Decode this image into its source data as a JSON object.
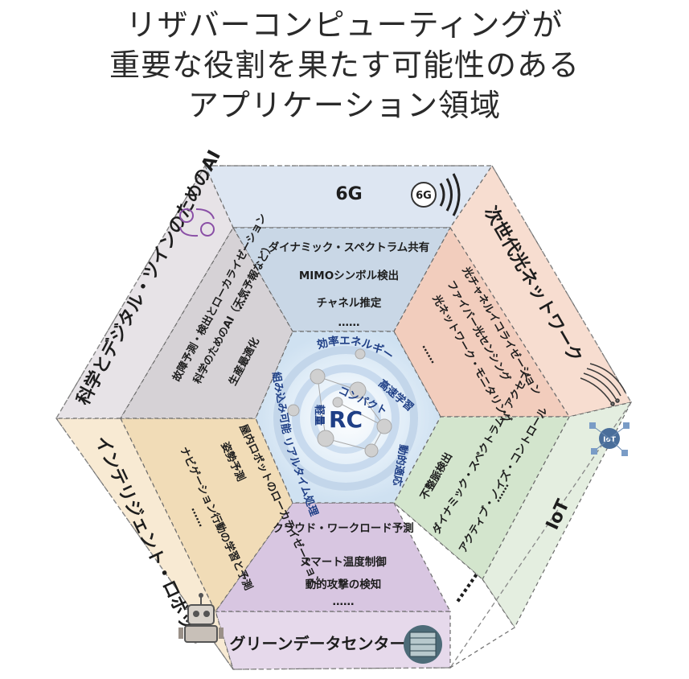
{
  "title": {
    "line1": "リザバーコンピューティングが",
    "line2": "重要な役割を果たす可能性のある",
    "line3": "アプリケーション領域"
  },
  "center": {
    "label": "RC",
    "features": [
      "効率エネルギー",
      "高速学習",
      "コンパクト",
      "動的適応",
      "リアルタイム処理",
      "軽量",
      "組み込み可能"
    ]
  },
  "sectors": {
    "sixg": {
      "title": "6G",
      "icon_text": "6G",
      "items": [
        "ダイナミック・スペクトラム共有",
        "MIMOシンボル検出",
        "チャネル推定",
        "……"
      ]
    },
    "optical": {
      "title": "次世代光ネットワーク",
      "items": [
        "光チャネルイコライゼーション",
        "ファイバー光センシング",
        "光ネットワーク・モニタリング",
        "……"
      ]
    },
    "iot": {
      "title": "IoT",
      "icon_text": "IoT",
      "items": [
        "不整脈検出",
        "ダイナミック・スペクトラム・アクセス",
        "アクティブ・ノイズ・コントロール",
        "……"
      ]
    },
    "other": {
      "title": "……"
    },
    "green": {
      "title": "グリーンデータセンター",
      "items": [
        "クラウド・ワークロード予測",
        "スマート温度制御",
        "動的攻撃の検知",
        "……"
      ]
    },
    "robot": {
      "title": "インテリジェント・ロボット",
      "items": [
        "屋内ロボットのローカライゼーション",
        "姿勢予測",
        "ナビゲーション行動の学習と予測",
        "……"
      ]
    },
    "digitaltwin": {
      "title": "科学とデジタル・ツインのためのAI",
      "items": [
        "故障予測・検出とローカライゼーション",
        "科学のためのAI（天気予報など）",
        "生産最適化",
        "……"
      ]
    }
  },
  "colors": {
    "sixg": "#dde6f2",
    "sixg_inner": "#c9d7e6",
    "optical": "#f7ddd0",
    "optical_inner": "#f2cdbd",
    "iot": "#e4eee0",
    "iot_inner": "#d3e5cd",
    "green": "#e6d9eb",
    "green_inner": "#d8c6e1",
    "robot": "#f8ead3",
    "robot_inner": "#f1dcb7",
    "digitaltwin": "#e7e3e7",
    "digitaltwin_inner": "#d6d2d6",
    "center": "#d7e7f5",
    "rc_text": "#1f3f86"
  }
}
